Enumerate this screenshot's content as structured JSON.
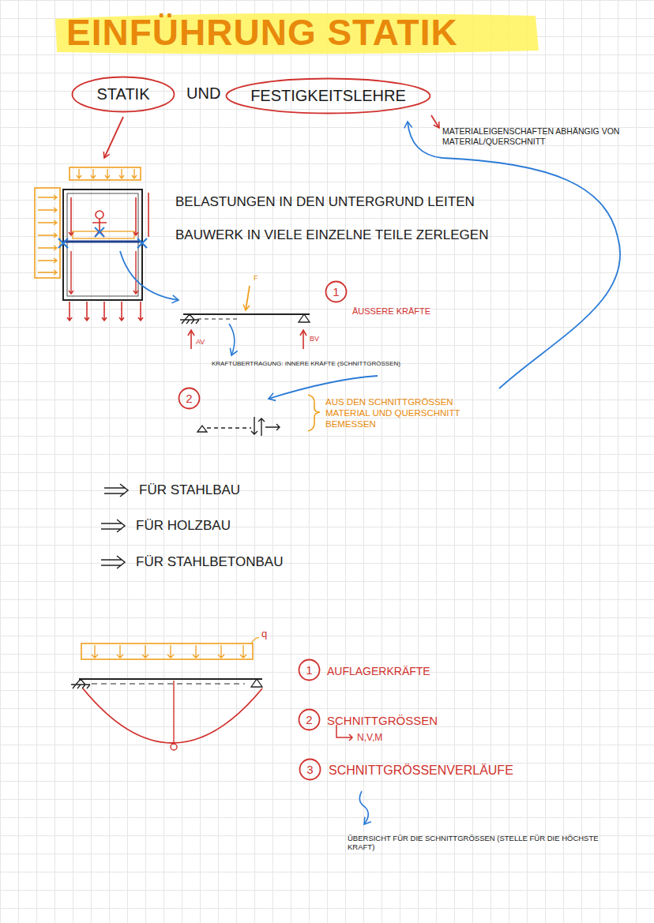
{
  "diagram": {
    "title": "EINFÜHRUNG STATIK",
    "nodes": [
      {
        "text": [
          "STATIK"
        ]
      },
      {
        "text": [
          "FESTIGKEITSLEHRE"
        ]
      },
      {
        "text": [
          "1"
        ]
      },
      {
        "text": [
          "2"
        ]
      },
      {
        "text": [
          "1"
        ]
      },
      {
        "text": [
          "2"
        ]
      },
      {
        "text": [
          "3"
        ]
      }
    ],
    "labels": [
      "UND",
      "MATERIALEIGENSCHAFTEN ABHÄNGIG VON MATERIAL/QUERSCHNITT",
      "BELASTUNGEN IN DEN UNTERGRUND LEITEN",
      "BAUWERK IN VIELE EINZELNE TEILE ZERLEGEN",
      "F",
      "ÄUSSERE KRÄFTE",
      "AV",
      "BV",
      "KRAFTÜBERTRAGUNG: INNERE KRÄFTE (SCHNITTGRÖSSEN)",
      "AUS DEN SCHNITTGRÖSSEN MATERIAL UND QUERSCHNITT BEMESSEN",
      "FÜR STAHLBAU",
      "FÜR HOLZBAU",
      "FÜR STAHLBETONBAU",
      "q",
      "AUFLAGERKRÄFTE",
      "SCHNITTGRÖSSEN",
      "N,V,M",
      "SCHNITTGRÖSSENVERLÄUFE",
      "ÜBERSICHT FÜR DIE SCHNITTGRÖSSEN (STELLE FÜR DIE HÖCHSTE KRAFT)"
    ]
  }
}
